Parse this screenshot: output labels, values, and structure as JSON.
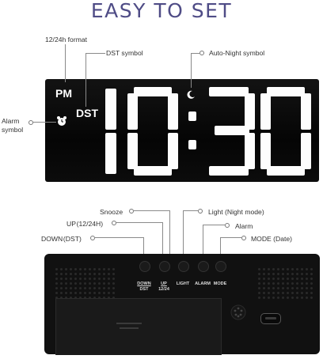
{
  "title": "EASY TO SET",
  "callouts": {
    "format": "12/24h format",
    "dst": "DST symbol",
    "night": "Auto-Night symbol",
    "alarm": "Alarm symbol",
    "snooze": "Snooze",
    "up": "UP (12/24H)",
    "light": "Light (Night mode)",
    "alarm_btn": "Alarm",
    "down": "DOWN (DST)",
    "mode": "MODE (Date)"
  },
  "display": {
    "pm": "PM",
    "dst": "DST",
    "time": "10:30"
  },
  "buttons": {
    "down": "DOWN",
    "down_sub": "DST",
    "up": "UP",
    "up_sub": "12/24",
    "light": "LIGHT",
    "alarm": "ALARM",
    "mode": "MODE"
  },
  "icons": [
    "alarm-clock-icon",
    "moon-icon",
    "speaker-icon",
    "usb-c-port-icon"
  ]
}
